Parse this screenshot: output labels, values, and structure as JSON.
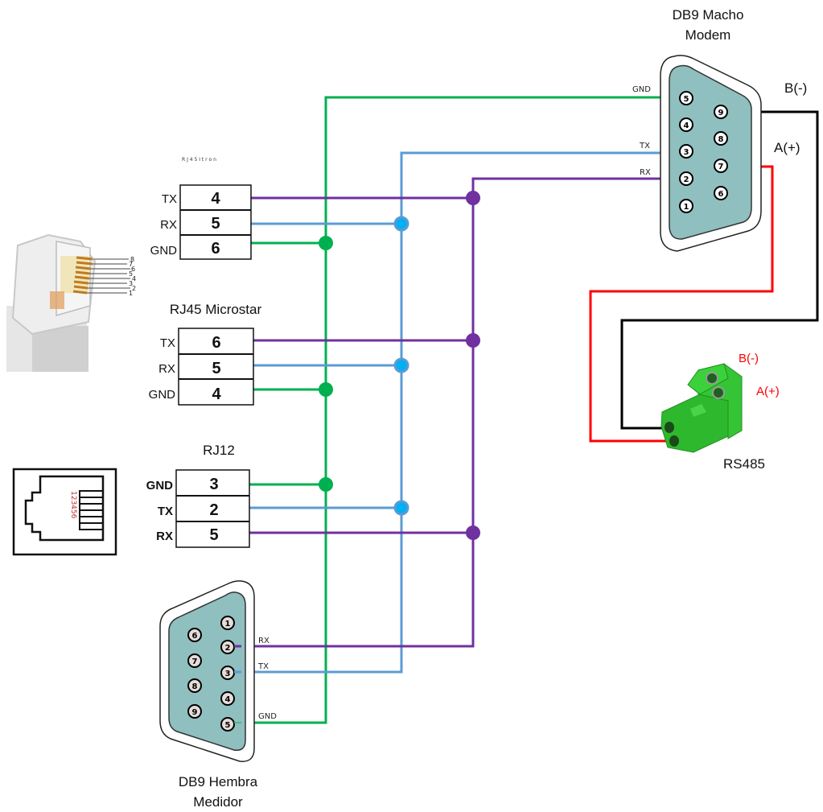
{
  "colors": {
    "green": "#00b050",
    "blue": "#5b9bd5",
    "blue_node": "#00b0f0",
    "purple": "#7030a0",
    "red": "#ff0000",
    "black": "#000000",
    "db9_face": "#8fbfbf",
    "terminal_green": "#2eb82e"
  },
  "db9_macho": {
    "title_line1": "DB9 Macho",
    "title_line2": "Modem",
    "pins_left": [
      "5",
      "4",
      "3",
      "2",
      "1"
    ],
    "pins_right": [
      "9",
      "8",
      "7",
      "6"
    ],
    "wire_labels": {
      "gnd": "GND",
      "tx": "TX",
      "rx": "RX"
    },
    "side_labels": {
      "b": "B(-)",
      "a": "A(+)"
    }
  },
  "rj45_itron": {
    "title": "R J 4 5   I t r o n",
    "rows": [
      {
        "signal": "TX",
        "pin": "4",
        "wire": "purple"
      },
      {
        "signal": "RX",
        "pin": "5",
        "wire": "blue"
      },
      {
        "signal": "GND",
        "pin": "6",
        "wire": "green"
      }
    ]
  },
  "rj45_plug_image": {
    "pin_numbers": [
      "8",
      "7",
      "6",
      "5",
      "4",
      "3",
      "2",
      "1"
    ]
  },
  "rj45_microstar": {
    "title": "RJ45 Microstar",
    "rows": [
      {
        "signal": "TX",
        "pin": "6",
        "wire": "purple"
      },
      {
        "signal": "RX",
        "pin": "5",
        "wire": "blue"
      },
      {
        "signal": "GND",
        "pin": "4",
        "wire": "green"
      }
    ]
  },
  "rj12": {
    "title": "RJ12",
    "jack_pin_numbers": "123456",
    "rows": [
      {
        "signal": "GND",
        "pin": "3",
        "wire": "green"
      },
      {
        "signal": "TX",
        "pin": "2",
        "wire": "blue"
      },
      {
        "signal": "RX",
        "pin": "5",
        "wire": "purple"
      }
    ]
  },
  "db9_hembra": {
    "title_line1": "DB9 Hembra",
    "title_line2": "Medidor",
    "pins_right": [
      "1",
      "2",
      "3",
      "4",
      "5"
    ],
    "pins_left": [
      "6",
      "7",
      "8",
      "9"
    ],
    "wire_labels": {
      "rx": "RX",
      "tx": "TX",
      "gnd": "GND"
    }
  },
  "rs485": {
    "title": "RS485",
    "labels": {
      "b": "B(-)",
      "a": "A(+)"
    }
  }
}
